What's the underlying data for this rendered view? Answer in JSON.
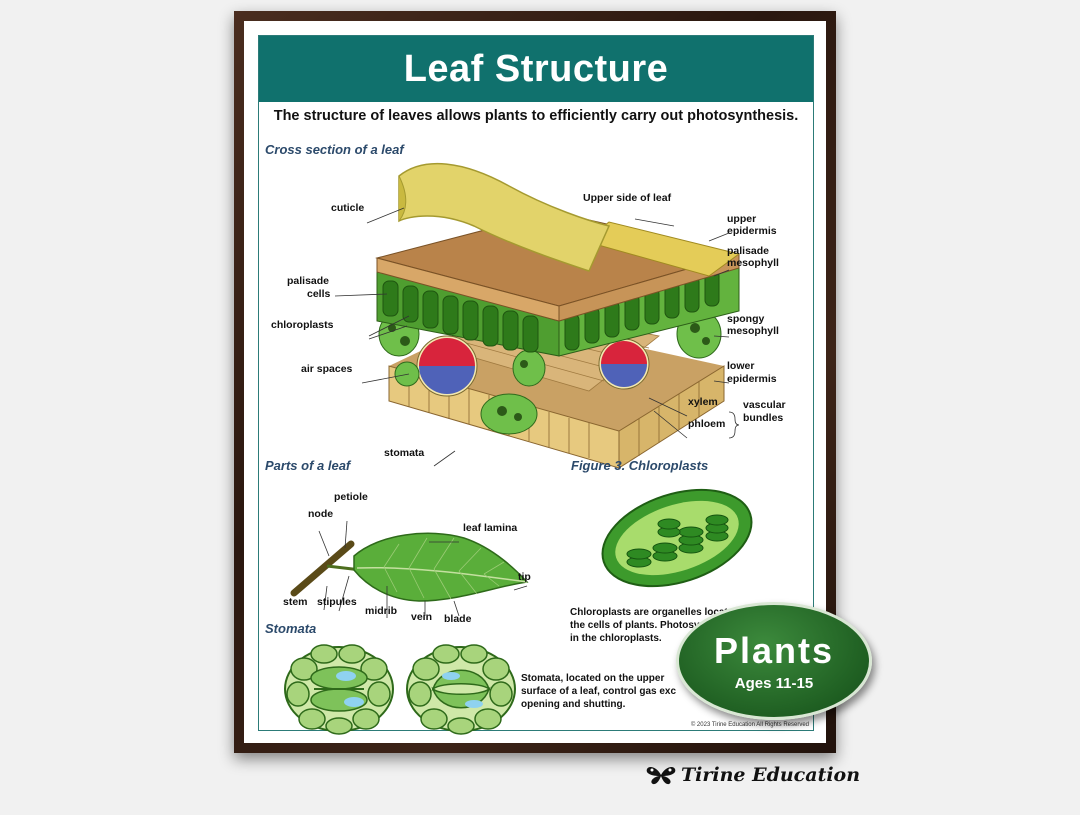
{
  "poster": {
    "title": "Leaf Structure",
    "subtitle": "The structure of leaves allows plants to efficiently carry out photosynthesis.",
    "copyright": "© 2023 Tirine Education  All Rights Reserved"
  },
  "cross_section": {
    "heading": "Cross section of a leaf",
    "labels": {
      "cuticle": "cuticle",
      "upper_side": "Upper side of leaf",
      "upper_epidermis_1": "upper",
      "upper_epidermis_2": "epidermis",
      "palisade_mesophyll_1": "palisade",
      "palisade_mesophyll_2": "mesophyll",
      "palisade_cells_1": "palisade",
      "palisade_cells_2": "cells",
      "chloroplasts": "chloroplasts",
      "spongy_mesophyll_1": "spongy",
      "spongy_mesophyll_2": "mesophyll",
      "air_spaces": "air spaces",
      "lower_epidermis_1": "lower",
      "lower_epidermis_2": "epidermis",
      "xylem": "xylem",
      "phloem": "phloem",
      "vascular_bundles_1": "vascular",
      "vascular_bundles_2": "bundles",
      "stomata": "stomata"
    }
  },
  "parts": {
    "heading": "Parts of a leaf",
    "labels": {
      "petiole": "petiole",
      "node": "node",
      "leaf_lamina": "leaf lamina",
      "tip": "tip",
      "stem": "stem",
      "stipules": "stipules",
      "midrib": "midrib",
      "vein": "vein",
      "blade": "blade"
    }
  },
  "chloroplasts": {
    "heading": "Figure 3. Chloroplasts",
    "line1": "Chloroplasts are organelles located within",
    "line2": "the cells of plants. Photosy",
    "line3": "in the chloroplasts."
  },
  "stomata": {
    "heading": "Stomata",
    "line1": "Stomata, located on the upper",
    "line2": "surface of a leaf, control gas exc",
    "line3": "opening and shutting."
  },
  "badge": {
    "title": "Plants",
    "subtitle": "Ages 11-15"
  },
  "brand": {
    "name": "Tirine Education",
    "icon": "butterfly-icon"
  },
  "colors": {
    "teal": "#10716d",
    "badge_green": "#2a6f2c",
    "frame": "#3a2216",
    "heading_blue": "#2c4a6b"
  }
}
